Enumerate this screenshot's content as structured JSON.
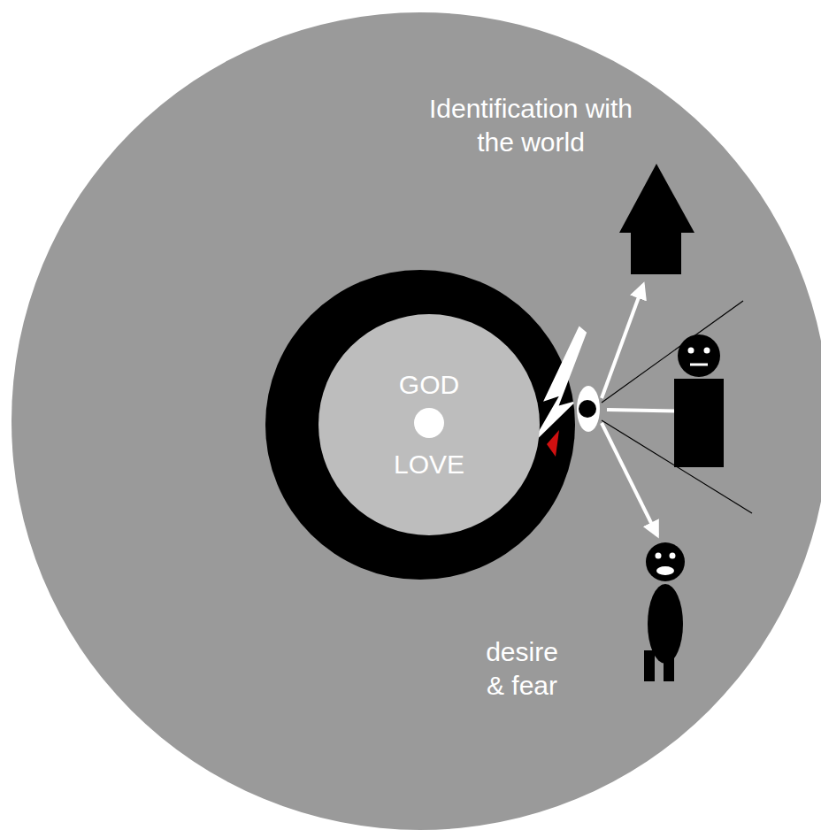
{
  "diagram": {
    "nodes": [
      {
        "text": [
          "GOD",
          "LOVE"
        ]
      }
    ],
    "labels": [
      "Identification with the world",
      "desire & fear"
    ]
  }
}
